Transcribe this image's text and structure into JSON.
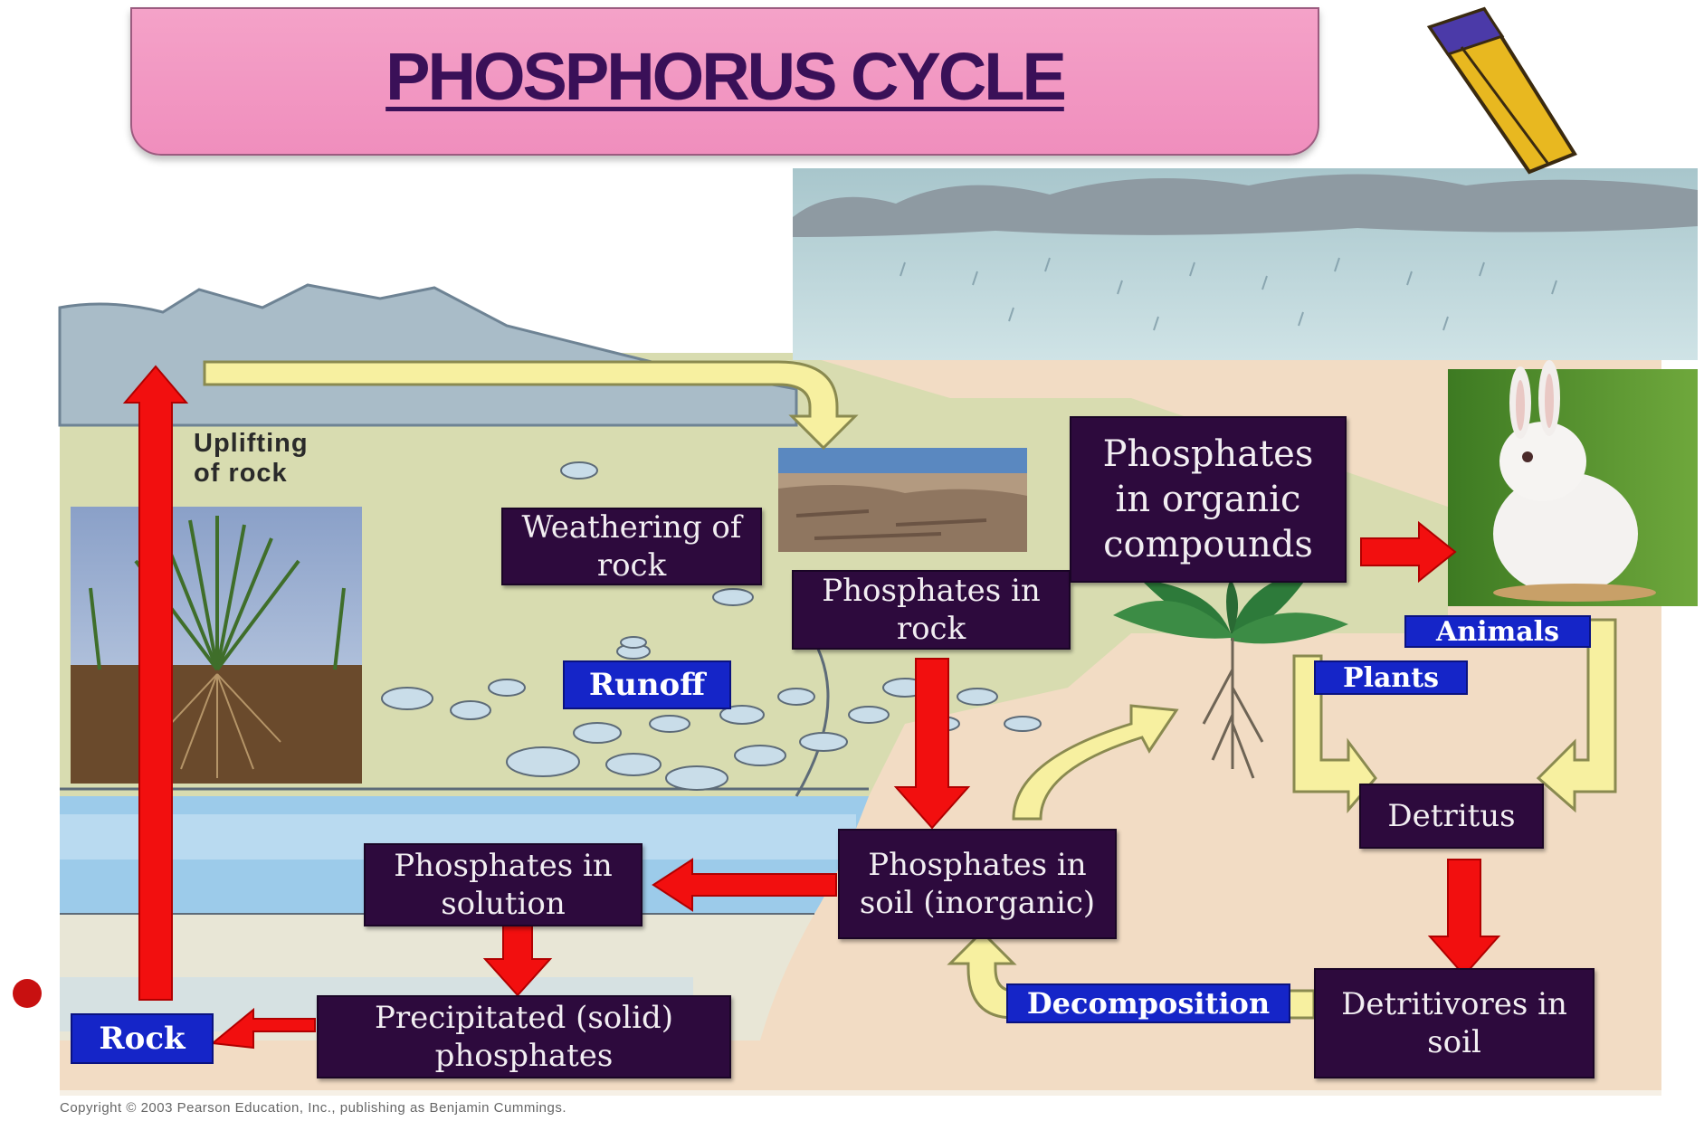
{
  "title": "PHOSPHORUS CYCLE",
  "labels": {
    "weathering": "Weathering of\nrock",
    "phosphates_rock": "Phosphates in\nrock",
    "phosphates_organic": "Phosphates\nin organic\ncompounds",
    "phosphates_soil": "Phosphates in\nsoil (inorganic)",
    "phosphates_solution": "Phosphates in\nsolution",
    "precipitated": "Precipitated (solid)\nphosphates",
    "detritus": "Detritus",
    "detritivores": "Detritivores in\nsoil",
    "uplifting": "Uplifting\nof rock"
  },
  "blue_labels": {
    "runoff": "Runoff",
    "animals": "Animals",
    "plants": "Plants",
    "decomposition": "Decomposition",
    "rock": "Rock"
  },
  "copyright": "Copyright © 2003 Pearson Education, Inc., publishing as Benjamin Cummings.",
  "colors": {
    "label_bg": "#2d0a3d",
    "blue_label": "#1525c8",
    "red_arrow": "#f20f0f",
    "yellow_arrow": "#f7f0a0",
    "banner": "#f4a2c8"
  }
}
